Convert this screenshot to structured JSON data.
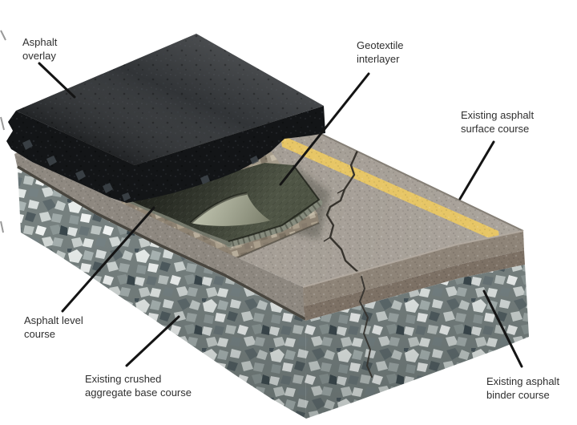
{
  "figure": {
    "type": "pavement-layer-cutaway-diagram",
    "background": "#ffffff",
    "labels": [
      {
        "name": "asphalt-overlay",
        "lines": [
          "Asphalt",
          "overlay"
        ]
      },
      {
        "name": "geotextile-interlayer",
        "lines": [
          "Geotextile",
          "interlayer"
        ]
      },
      {
        "name": "existing-asphalt-surface-course",
        "lines": [
          "Existing asphalt",
          "surface course"
        ]
      },
      {
        "name": "asphalt-level-course",
        "lines": [
          "Asphalt level",
          "course"
        ]
      },
      {
        "name": "existing-crushed-aggregate-base-course",
        "lines": [
          "Existing crushed",
          "aggregate base course"
        ]
      },
      {
        "name": "existing-asphalt-binder-course",
        "lines": [
          "Existing asphalt",
          "binder course"
        ]
      }
    ],
    "colors": {
      "label_text": "#2f2f2f",
      "leader_line": "#141414",
      "overlay_top": "#2b2e31",
      "overlay_edge": "#131517",
      "geotextile": "#3f4438",
      "geotextile_underside": "#a5aa8f",
      "level_course": "#a59c8b",
      "level_course_edge": "#8d8272",
      "road_surface": "#a29b92",
      "lane_stripe": "#e7c666",
      "surface_course_edge": "#8e8478",
      "binder_course_edge": "#7d7165",
      "left_face_band": "#8e8880",
      "tack_line": "#3d3b34",
      "aggregate_gap": "#76807f",
      "aggregate_stone_light": "#eef1f0",
      "aggregate_stone_dark": "#4e5a5e"
    }
  }
}
